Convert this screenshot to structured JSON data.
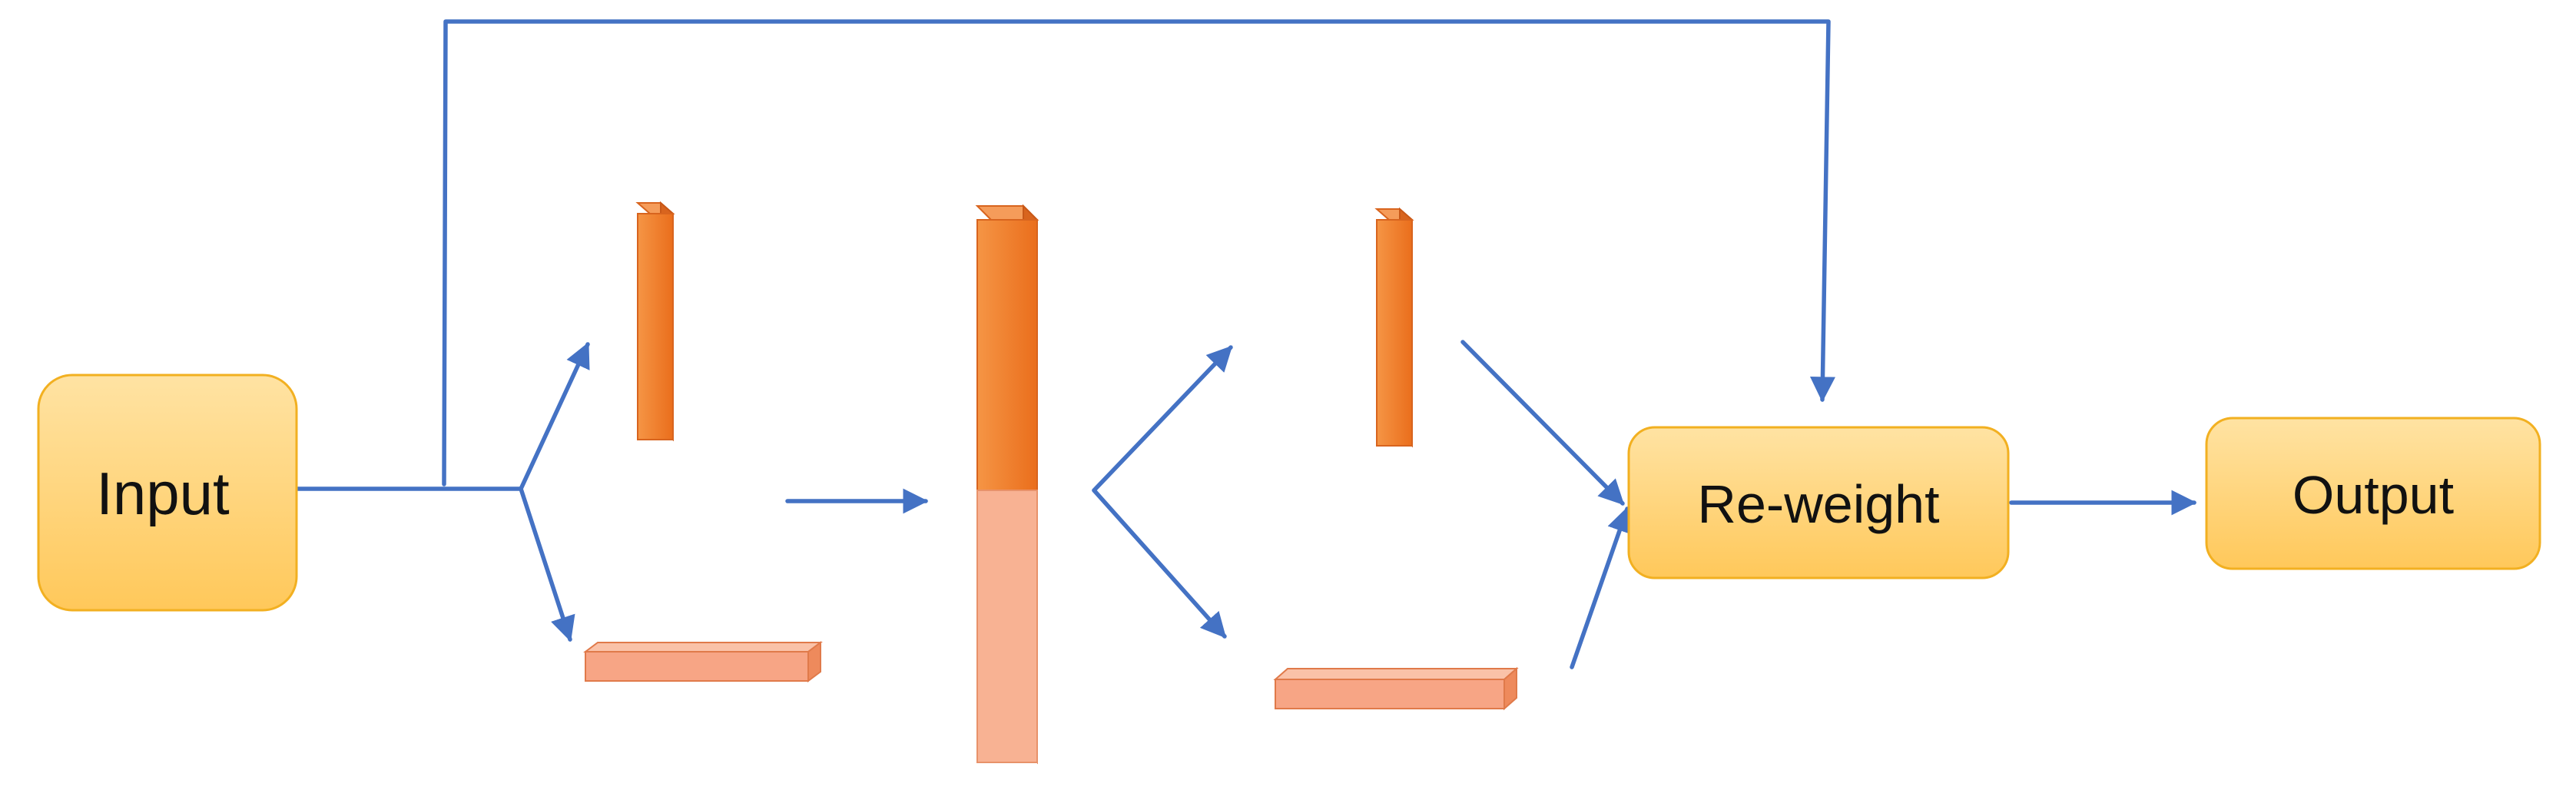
{
  "nodes": {
    "input": {
      "label": "Input"
    },
    "reweight": {
      "label": "Re-weight"
    },
    "output": {
      "label": "Output"
    }
  },
  "colors": {
    "arrow": "#4472C4",
    "box_fill_top": "#FFE19A",
    "box_fill_bottom": "#FFC95C",
    "box_stroke": "#F2B021",
    "bar_dark": "#EE7722",
    "bar_light": "#F7AA8A",
    "bar_edge": "#D8641E"
  }
}
